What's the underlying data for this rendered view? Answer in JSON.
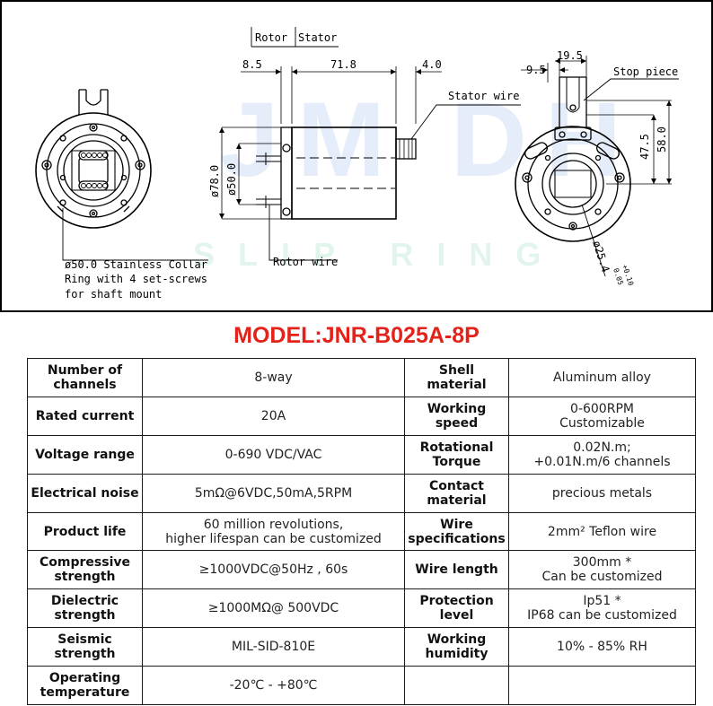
{
  "drawing": {
    "rotor_label": "Rotor",
    "stator_label": "Stator",
    "dim_8_5": "8.5",
    "dim_71_8": "71.8",
    "dim_4_0": "4.0",
    "stator_wire": "Stator wire",
    "rotor_wire": "Rotor wire",
    "dim_78_0": "ø78.0",
    "dim_50_0": "ø50.0",
    "dim_9_5": "9.5",
    "dim_19_5": "19.5",
    "stop_piece": "Stop piece",
    "dim_47_5": "47.5",
    "dim_58_0": "58.0",
    "dim_25_4": "ø25.4",
    "tol_plus": "+0.10",
    "tol_zero": "0.05",
    "collar_note": [
      "ø50.0 Stainless Collar",
      "Ring with 4 set-screws",
      "for shaft mount"
    ],
    "watermark_top": "JM DH",
    "watermark_bottom": "SLIP RING"
  },
  "model_title": "MODEL:JNR-B025A-8P",
  "specs": [
    {
      "l1": [
        "Number of",
        "channels"
      ],
      "v1": [
        "8-way"
      ],
      "l2": [
        "Shell",
        "material"
      ],
      "v2": [
        "Aluminum alloy"
      ]
    },
    {
      "l1": [
        "Rated current"
      ],
      "v1": [
        "20A"
      ],
      "l2": [
        "Working",
        "speed"
      ],
      "v2": [
        "0-600RPM",
        "Customizable"
      ]
    },
    {
      "l1": [
        "Voltage range"
      ],
      "v1": [
        "0-690 VDC/VAC"
      ],
      "l2": [
        "Rotational",
        "Torque"
      ],
      "v2": [
        "0.02N.m;",
        "+0.01N.m/6 channels"
      ]
    },
    {
      "l1": [
        "Electrical noise"
      ],
      "v1": [
        "5mΩ@6VDC,50mA,5RPM"
      ],
      "l2": [
        "Contact",
        "material"
      ],
      "v2": [
        "precious metals"
      ]
    },
    {
      "l1": [
        "Product life"
      ],
      "v1": [
        "60 million revolutions,",
        "higher lifespan can be customized"
      ],
      "l2": [
        "Wire",
        "specifications"
      ],
      "v2": [
        "2mm² Teflon wire"
      ]
    },
    {
      "l1": [
        "Compressive",
        "strength"
      ],
      "v1": [
        "≥1000VDC@50Hz ,  60s"
      ],
      "l2": [
        "Wire length"
      ],
      "v2": [
        "300mm *",
        "Can be customized"
      ]
    },
    {
      "l1": [
        "Dielectric",
        "strength"
      ],
      "v1": [
        "≥1000MΩ@ 500VDC"
      ],
      "l2": [
        "Protection",
        "level"
      ],
      "v2": [
        "Ip51 *",
        "IP68 can be customized"
      ]
    },
    {
      "l1": [
        "Seismic",
        "strength"
      ],
      "v1": [
        "MIL-SID-810E"
      ],
      "l2": [
        "Working",
        "humidity"
      ],
      "v2": [
        "10% - 85% RH"
      ]
    },
    {
      "l1": [
        "Operating",
        "temperature"
      ],
      "v1": [
        "-20℃ - +80℃"
      ],
      "l2": [],
      "v2": []
    }
  ]
}
